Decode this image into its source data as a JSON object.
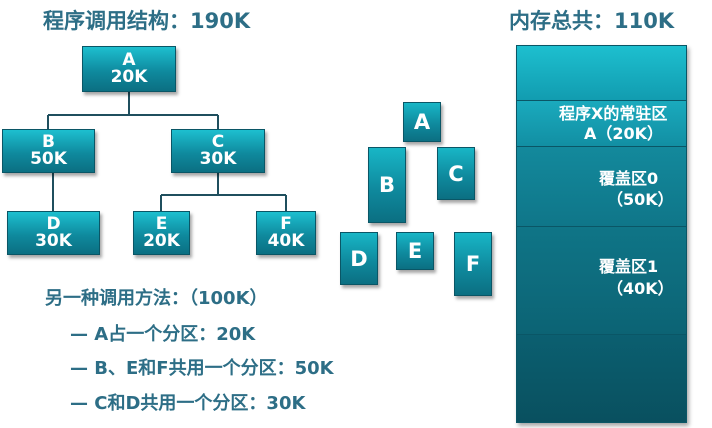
{
  "left_title": "程序调用结构：190K",
  "right_title": "内存总共：110K",
  "tree": {
    "A": {
      "name": "A",
      "size": "20K"
    },
    "B": {
      "name": "B",
      "size": "50K"
    },
    "C": {
      "name": "C",
      "size": "30K"
    },
    "D": {
      "name": "D",
      "size": "30K"
    },
    "E": {
      "name": "E",
      "size": "20K"
    },
    "F": {
      "name": "F",
      "size": "40K"
    }
  },
  "pieces": {
    "A": "A",
    "B": "B",
    "C": "C",
    "D": "D",
    "E": "E",
    "F": "F"
  },
  "memory": {
    "resident_line1": "程序X的常驻区",
    "resident_line2": "A（20K）",
    "overlay0_line1": "覆盖区0",
    "overlay0_line2": "（50K）",
    "overlay1_line1": "覆盖区1",
    "overlay1_line2": "（40K）"
  },
  "method": {
    "heading": "另一种调用方法：（100K）",
    "items": [
      "— A占一个分区：20K",
      "— B、E和F共用一个分区：50K",
      "— C和D共用一个分区：30K"
    ]
  }
}
